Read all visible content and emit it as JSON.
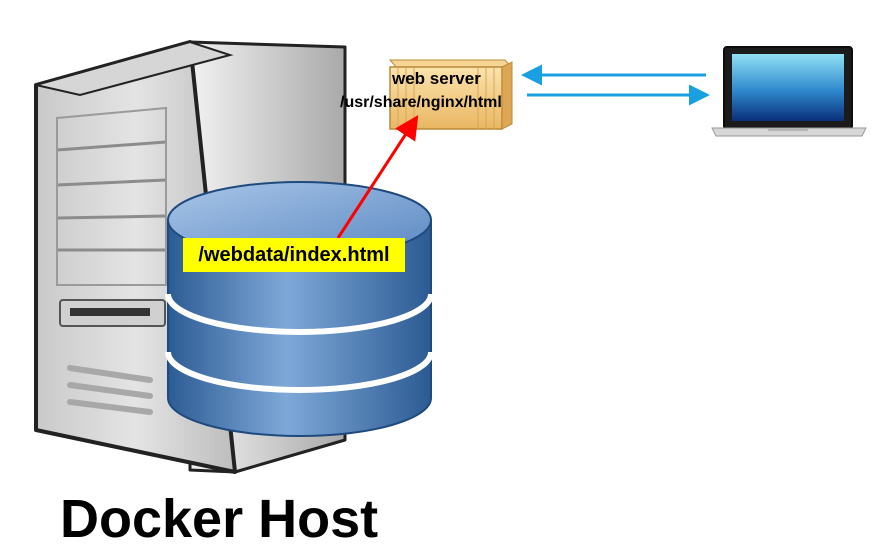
{
  "web_server": {
    "title": "web server",
    "path": "/usr/share/nginx/html"
  },
  "volume": {
    "label": "/webdata/index.html",
    "highlight_color": "#ffff00"
  },
  "host": {
    "title": "Docker Host"
  },
  "colors": {
    "mount_arrow": "#ff0000",
    "network_arrows": "#1aa0e0",
    "database": "#3f6fa8",
    "container_box": "#f4cf86"
  },
  "icons": [
    "server-tower-icon",
    "database-icon",
    "container-box-icon",
    "laptop-icon"
  ]
}
